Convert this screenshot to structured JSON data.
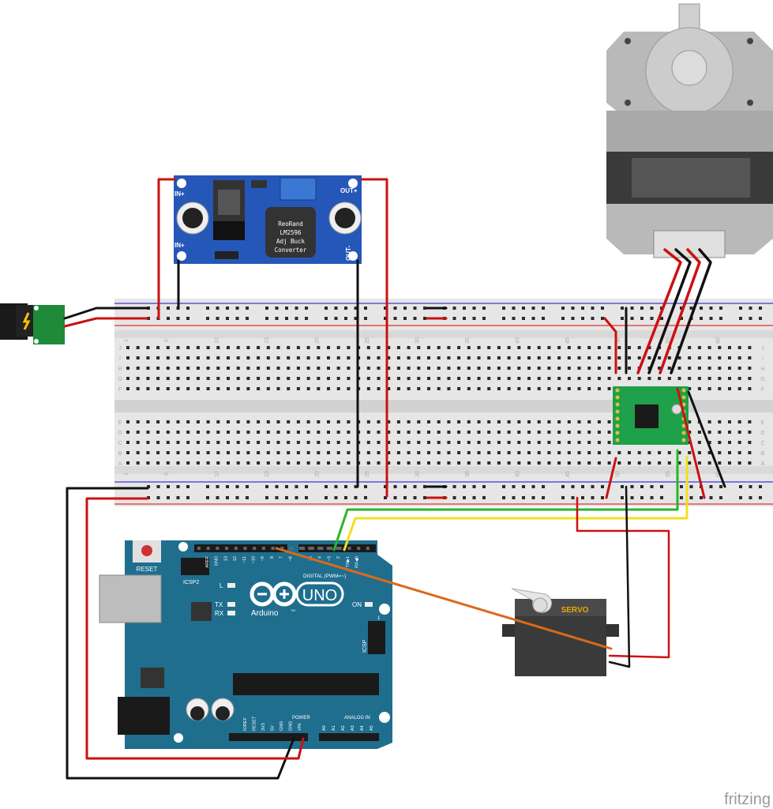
{
  "buck": {
    "in_plus_top": "IN+",
    "in_plus_bottom": "IN+",
    "out_plus": "OUT+",
    "out_minus": "OUT-",
    "line1": "ReoRand",
    "line2": "LM2596",
    "line3": "Adj Buck",
    "line4": "Converter"
  },
  "breadboard": {
    "col_numbers": [
      "1",
      "5",
      "10",
      "15",
      "20",
      "25",
      "30",
      "35",
      "40",
      "45",
      "50",
      "55",
      "60"
    ],
    "row_letters_top": [
      "J",
      "I",
      "H",
      "G",
      "F"
    ],
    "row_letters_bottom": [
      "E",
      "D",
      "C",
      "B",
      "A"
    ]
  },
  "arduino": {
    "reset": "RESET",
    "icsp2": "ICSP2",
    "aref": "AREF",
    "gnd": "GND",
    "digital_pins": [
      "13",
      "12",
      "~11",
      "~10",
      "~9",
      "8",
      "7",
      "~6",
      "~5",
      "4",
      "~3",
      "2",
      "TX▶1",
      "RX◀0"
    ],
    "digital_label": "DIGITAL (PWM=~)",
    "led_l": "L",
    "led_tx": "TX",
    "led_rx": "RX",
    "on": "ON",
    "uno": "UNO",
    "brand": "Arduino",
    "tm": "TM",
    "icsp": "ICSP",
    "icsp_pin1": "1",
    "power_pins": [
      "IOREF",
      "RESET",
      "3V3",
      "5V",
      "GND",
      "GND",
      "VIN"
    ],
    "power_label": "POWER",
    "analog_pins": [
      "A0",
      "A1",
      "A2",
      "A3",
      "A4",
      "A5"
    ],
    "analog_label": "ANALOG IN"
  },
  "servo": {
    "label": "SERVO"
  },
  "watermark": "fritzing",
  "colors": {
    "breadboard": "#e6e6e6",
    "rail_red": "#e23232",
    "rail_blue": "#3b3bd6",
    "arduino": "#1f6e8e",
    "buck": "#2557b8",
    "driver": "#1fa04a",
    "wire_red": "#cc1111",
    "wire_black": "#111111",
    "wire_green": "#2ab52a",
    "wire_yellow": "#f0e020",
    "wire_orange": "#d96a1a"
  }
}
